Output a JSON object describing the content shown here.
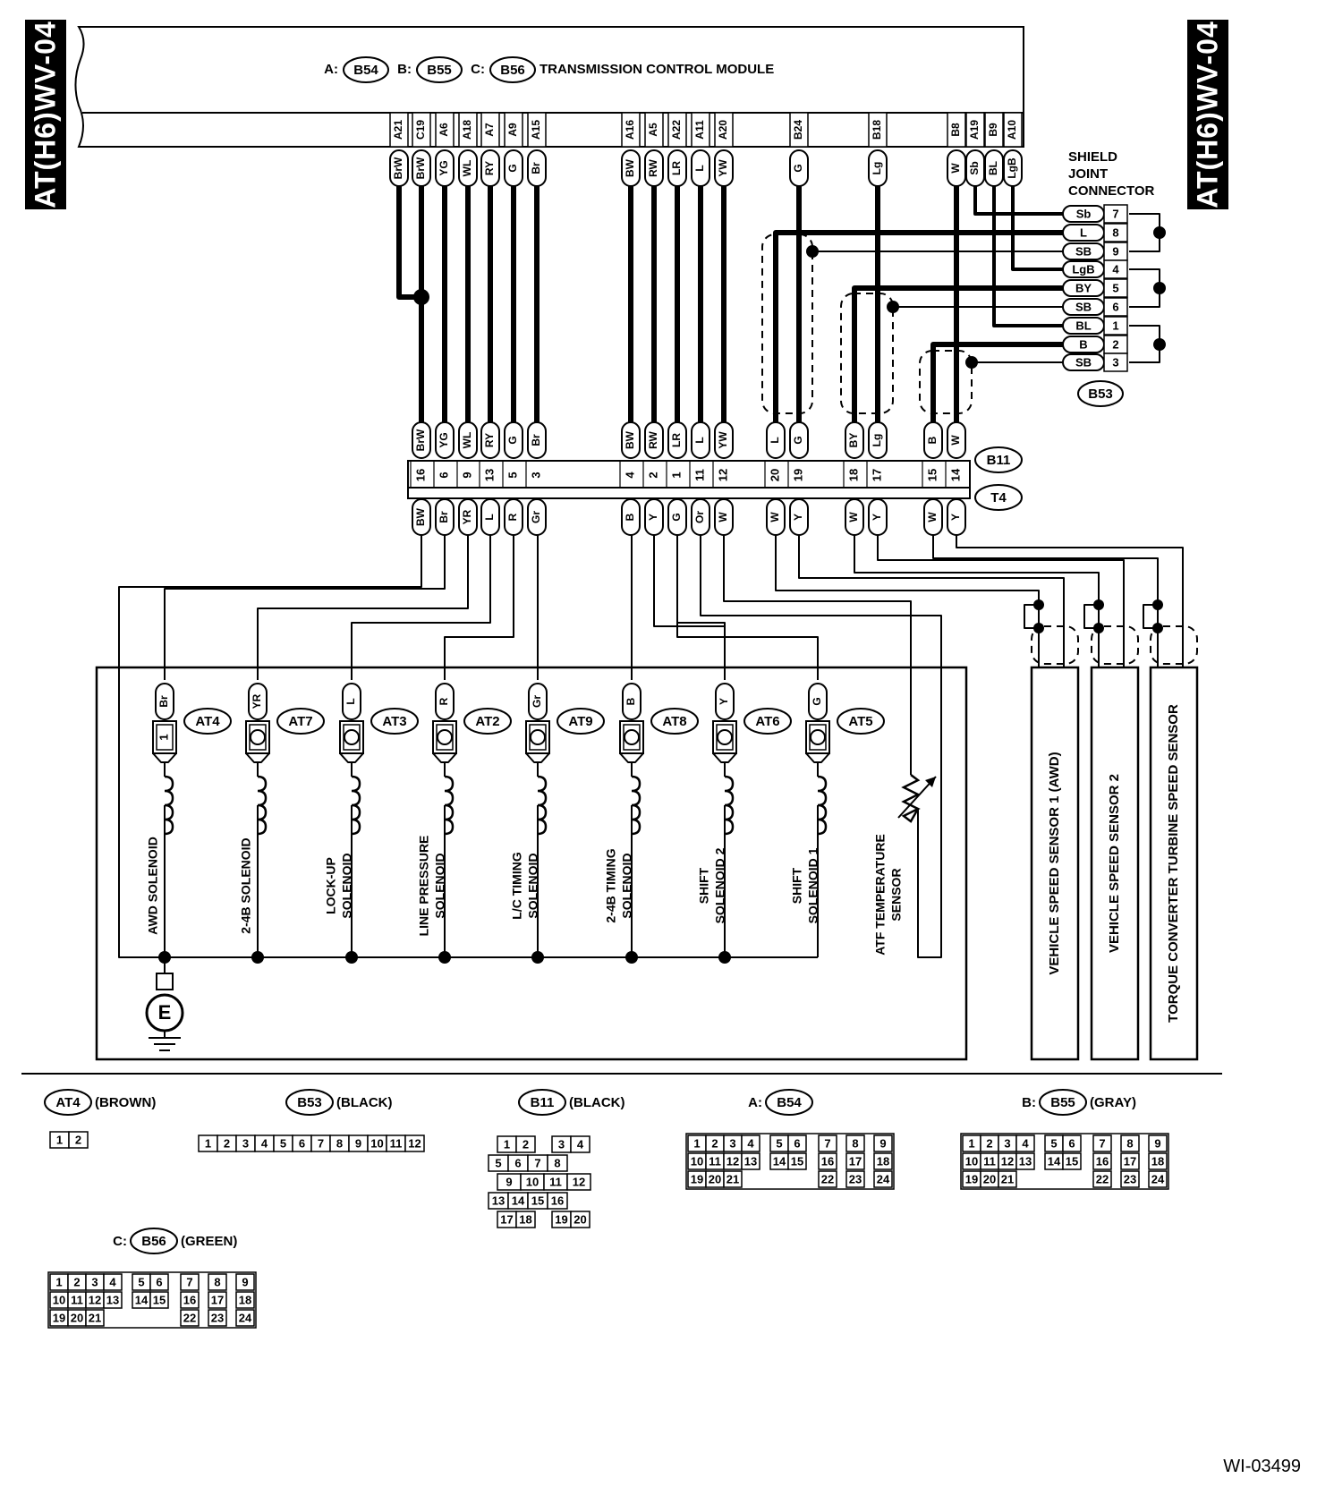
{
  "document_id": "AT(H6)WV-04",
  "figure_id": "WI-03499",
  "tcm": {
    "title": "TRANSMISSION CONTROL MODULE",
    "connectors": [
      {
        "prefix": "A:",
        "id": "B54"
      },
      {
        "prefix": "B:",
        "id": "B55"
      },
      {
        "prefix": "C:",
        "id": "B56"
      }
    ],
    "pins": [
      {
        "pin": "A21",
        "wire": "BrW"
      },
      {
        "pin": "C19",
        "wire": "BrW"
      },
      {
        "pin": "A6",
        "wire": "YG"
      },
      {
        "pin": "A18",
        "wire": "WL"
      },
      {
        "pin": "A7",
        "wire": "RY"
      },
      {
        "pin": "A9",
        "wire": "G"
      },
      {
        "pin": "A15",
        "wire": "Br"
      },
      {
        "pin": "A16",
        "wire": "BW"
      },
      {
        "pin": "A5",
        "wire": "RW"
      },
      {
        "pin": "A22",
        "wire": "LR"
      },
      {
        "pin": "A11",
        "wire": "L"
      },
      {
        "pin": "A20",
        "wire": "YW"
      },
      {
        "pin": "B24",
        "wire": "G"
      },
      {
        "pin": "B18",
        "wire": "Lg"
      },
      {
        "pin": "B8",
        "wire": "W"
      },
      {
        "pin": "A19",
        "wire": "Sb"
      },
      {
        "pin": "B9",
        "wire": "BL"
      },
      {
        "pin": "A10",
        "wire": "LgB"
      }
    ]
  },
  "shield_joint": {
    "title_lines": [
      "SHIELD",
      "JOINT",
      "CONNECTOR"
    ],
    "connector_id": "B53",
    "rows": [
      {
        "wire": "Sb",
        "pin": "7"
      },
      {
        "wire": "L",
        "pin": "8"
      },
      {
        "wire": "SB",
        "pin": "9"
      },
      {
        "wire": "LgB",
        "pin": "4"
      },
      {
        "wire": "BY",
        "pin": "5"
      },
      {
        "wire": "SB",
        "pin": "6"
      },
      {
        "wire": "BL",
        "pin": "1"
      },
      {
        "wire": "B",
        "pin": "2"
      },
      {
        "wire": "SB",
        "pin": "3"
      }
    ]
  },
  "junction": {
    "upper_id": "B11",
    "lower_id": "T4",
    "upper_wires": [
      "BrW",
      "YG",
      "WL",
      "RY",
      "G",
      "Br",
      "BW",
      "RW",
      "LR",
      "L",
      "YW",
      "L",
      "G",
      "BY",
      "Lg",
      "B",
      "W"
    ],
    "pins": [
      "16",
      "6",
      "9",
      "13",
      "5",
      "3",
      "4",
      "2",
      "1",
      "11",
      "12",
      "20",
      "19",
      "18",
      "17",
      "15",
      "14"
    ],
    "lower_wires": [
      "BW",
      "Br",
      "YR",
      "L",
      "R",
      "Gr",
      "B",
      "Y",
      "G",
      "Or",
      "W",
      "W",
      "Y",
      "W",
      "Y",
      "W",
      "Y"
    ]
  },
  "components": [
    {
      "wire": "Br",
      "conn": "AT4",
      "pin": "1",
      "name_lines": [
        "AWD SOLENOID"
      ]
    },
    {
      "wire": "YR",
      "conn": "AT7",
      "name_lines": [
        "2-4B SOLENOID"
      ]
    },
    {
      "wire": "L",
      "conn": "AT3",
      "name_lines": [
        "LOCK-UP",
        "SOLENOID"
      ]
    },
    {
      "wire": "R",
      "conn": "AT2",
      "name_lines": [
        "LINE PRESSURE",
        "SOLENOID"
      ]
    },
    {
      "wire": "Gr",
      "conn": "AT9",
      "name_lines": [
        "L/C TIMING",
        "SOLENOID"
      ]
    },
    {
      "wire": "B",
      "conn": "AT8",
      "name_lines": [
        "2-4B TIMING",
        "SOLENOID"
      ]
    },
    {
      "wire": "Y",
      "conn": "AT6",
      "name_lines": [
        "SHIFT",
        "SOLENOID 2"
      ]
    },
    {
      "wire": "G",
      "conn": "AT5",
      "name_lines": [
        "SHIFT",
        "SOLENOID 1"
      ]
    }
  ],
  "atf_sensor": {
    "name_lines": [
      "ATF TEMPERATURE",
      "SENSOR"
    ]
  },
  "ground_label": "E",
  "speed_sensors": [
    "VEHICLE SPEED SENSOR 1 (AWD)",
    "VEHICLE SPEED SENSOR 2",
    "TORQUE CONVERTER TURBINE SPEED SENSOR"
  ],
  "connector_views": [
    {
      "prefix": "",
      "id": "AT4",
      "color": "(BROWN)"
    },
    {
      "prefix": "",
      "id": "B53",
      "color": "(BLACK)"
    },
    {
      "prefix": "",
      "id": "B11",
      "color": "(BLACK)"
    },
    {
      "prefix": "A:",
      "id": "B54",
      "color": ""
    },
    {
      "prefix": "B:",
      "id": "B55",
      "color": "(GRAY)"
    },
    {
      "prefix": "C:",
      "id": "B56",
      "color": "(GREEN)"
    }
  ],
  "connector_pins": {
    "AT4": [
      "1",
      "2"
    ],
    "B53": [
      "1",
      "2",
      "3",
      "4",
      "5",
      "6",
      "7",
      "8",
      "9",
      "10",
      "11",
      "12"
    ],
    "B11": [
      "1",
      "2",
      "3",
      "4",
      "5",
      "6",
      "7",
      "8",
      "9",
      "10",
      "11",
      "12",
      "13",
      "14",
      "15",
      "16",
      "17",
      "18",
      "19",
      "20"
    ],
    "B54_rows": [
      [
        "1",
        "2",
        "3",
        "4",
        "5",
        "6",
        "7",
        "8",
        "9"
      ],
      [
        "10",
        "11",
        "12",
        "13",
        "14",
        "15",
        "16",
        "17",
        "18"
      ],
      [
        "19",
        "20",
        "21",
        "22",
        "23",
        "24"
      ]
    ]
  }
}
